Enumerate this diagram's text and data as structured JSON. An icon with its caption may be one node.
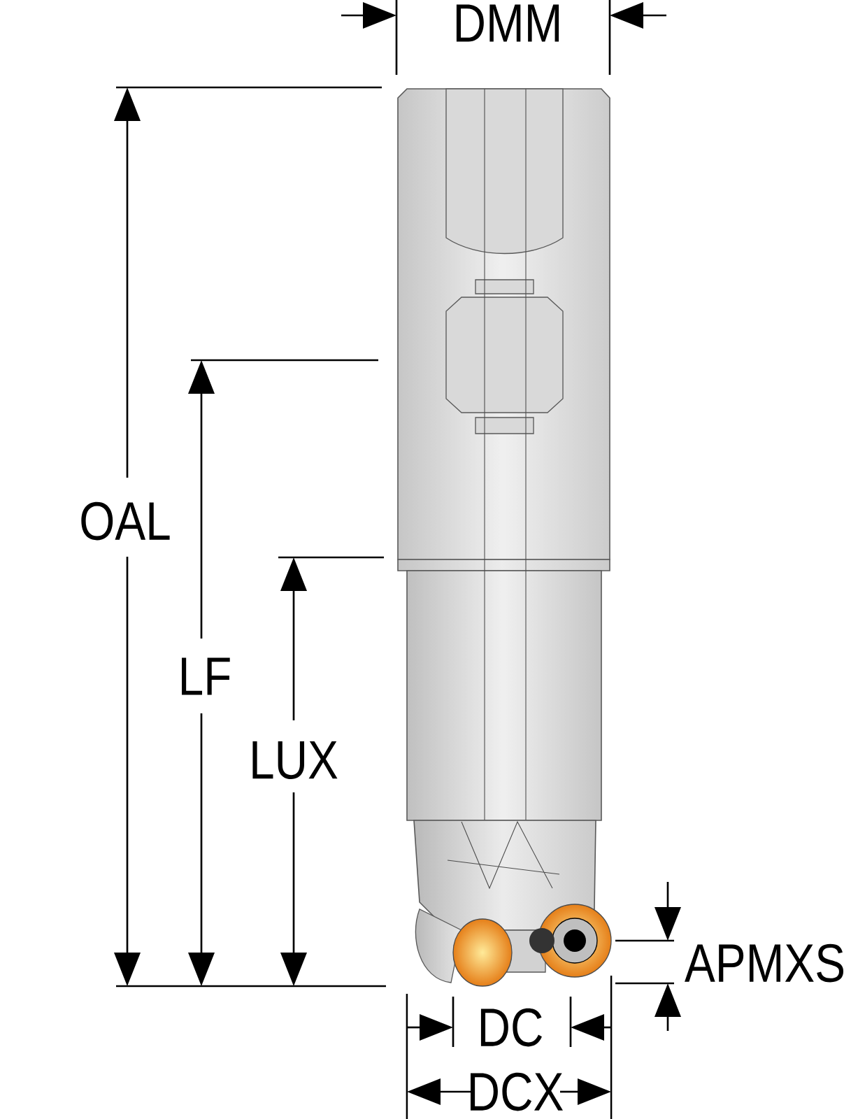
{
  "diagram": {
    "labels": [
      "DMM",
      "OAL",
      "LF",
      "LUX",
      "APMXS",
      "DC",
      "DCX"
    ]
  }
}
